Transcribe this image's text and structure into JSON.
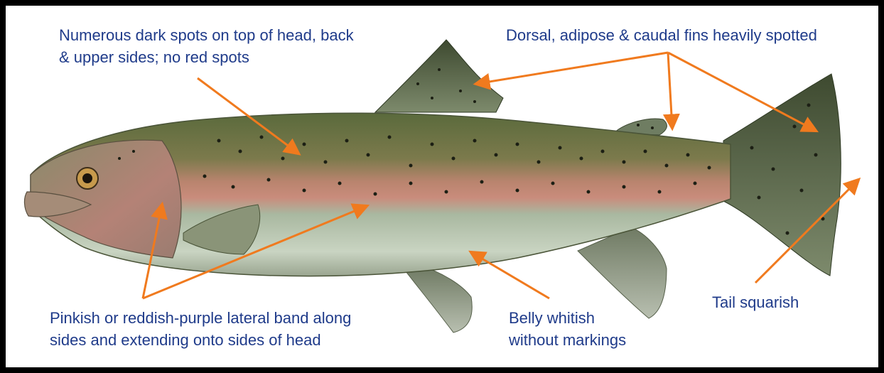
{
  "colors": {
    "label_text": "#1f3b8a",
    "arrow": "#f07a1e",
    "frame": "#000000",
    "background": "#ffffff"
  },
  "labels": {
    "head_spots": {
      "line1": "Numerous dark spots on top of head, back",
      "line2": "& upper sides; no red spots"
    },
    "fins_spotted": {
      "line1": "Dorsal, adipose & caudal fins heavily spotted"
    },
    "lateral_band": {
      "line1": "Pinkish or reddish-purple lateral band along",
      "line2": "sides and extending onto sides of head"
    },
    "belly": {
      "line1": "Belly whitish",
      "line2": "without markings"
    },
    "tail": {
      "line1": "Tail squarish"
    }
  }
}
